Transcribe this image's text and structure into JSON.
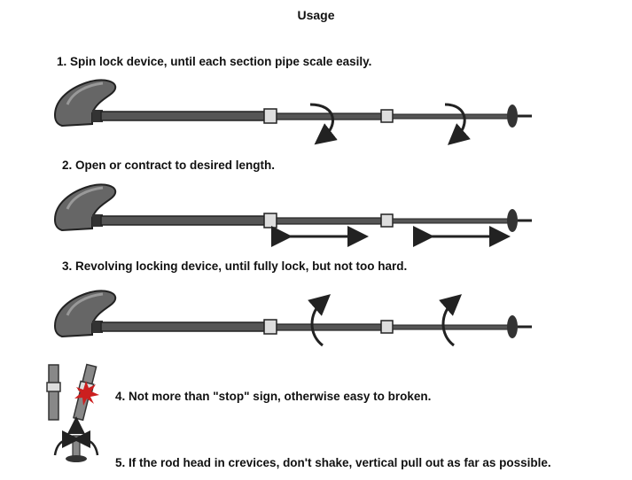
{
  "title": "Usage",
  "steps": [
    {
      "text": "1. Spin lock device, until each section pipe scale easily."
    },
    {
      "text": "2. Open or contract to desired length."
    },
    {
      "text": "3. Revolving locking device, until fully lock, but not too hard."
    },
    {
      "text": "4. Not more than \"stop\" sign, otherwise easy to broken."
    },
    {
      "text": "5. If the rod head in crevices, don't shake, vertical pull out as far as possible."
    }
  ],
  "colors": {
    "pole": "#444444",
    "grip": "#555555",
    "warning": "#cc1f1f"
  }
}
